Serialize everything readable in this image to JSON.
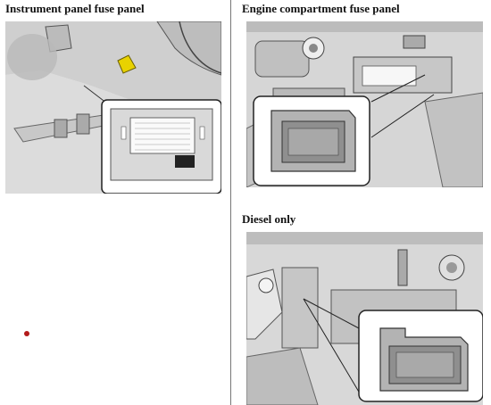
{
  "sections": {
    "instrument": {
      "title": "Instrument panel fuse panel"
    },
    "engine": {
      "title": "Engine compartment fuse panel"
    },
    "diesel": {
      "title": "Diesel only"
    }
  },
  "colors": {
    "marker": "#b31b1b",
    "highlight": "#e8d200"
  }
}
